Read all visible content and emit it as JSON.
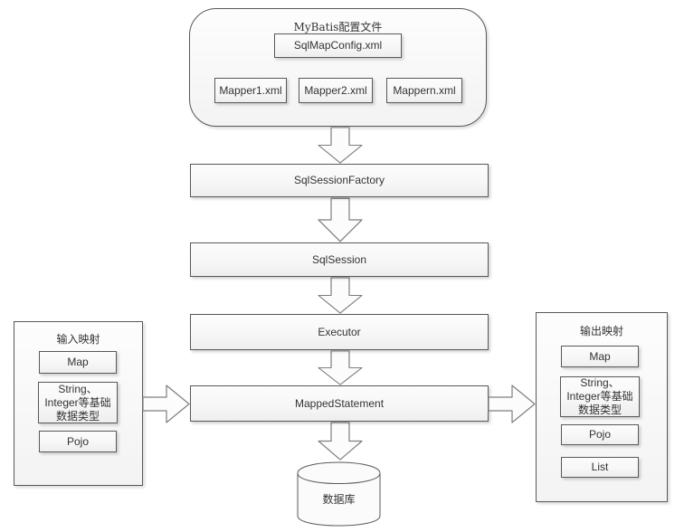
{
  "config": {
    "title": "MyBatis配置文件",
    "config_file": "SqlMapConfig.xml",
    "mappers": [
      "Mapper1.xml",
      "Mapper2.xml",
      "Mappern.xml"
    ]
  },
  "flow": {
    "sql_session_factory": "SqlSessionFactory",
    "sql_session": "SqlSession",
    "executor": "Executor",
    "mapped_statement": "MappedStatement"
  },
  "database": {
    "label": "数据库"
  },
  "input_mapping": {
    "title": "输入映射",
    "items": [
      "Map",
      "String、Integer等基础数据类型",
      "Pojo"
    ]
  },
  "output_mapping": {
    "title": "输出映射",
    "items": [
      "Map",
      "String、Integer等基础数据类型",
      "Pojo",
      "List"
    ]
  },
  "colors": {
    "border": "#595959",
    "box_fill_top": "#fcfcfc",
    "box_fill_bottom": "#eeeeee",
    "arrow_outline": "#7f7f7f",
    "background": "#ffffff"
  }
}
